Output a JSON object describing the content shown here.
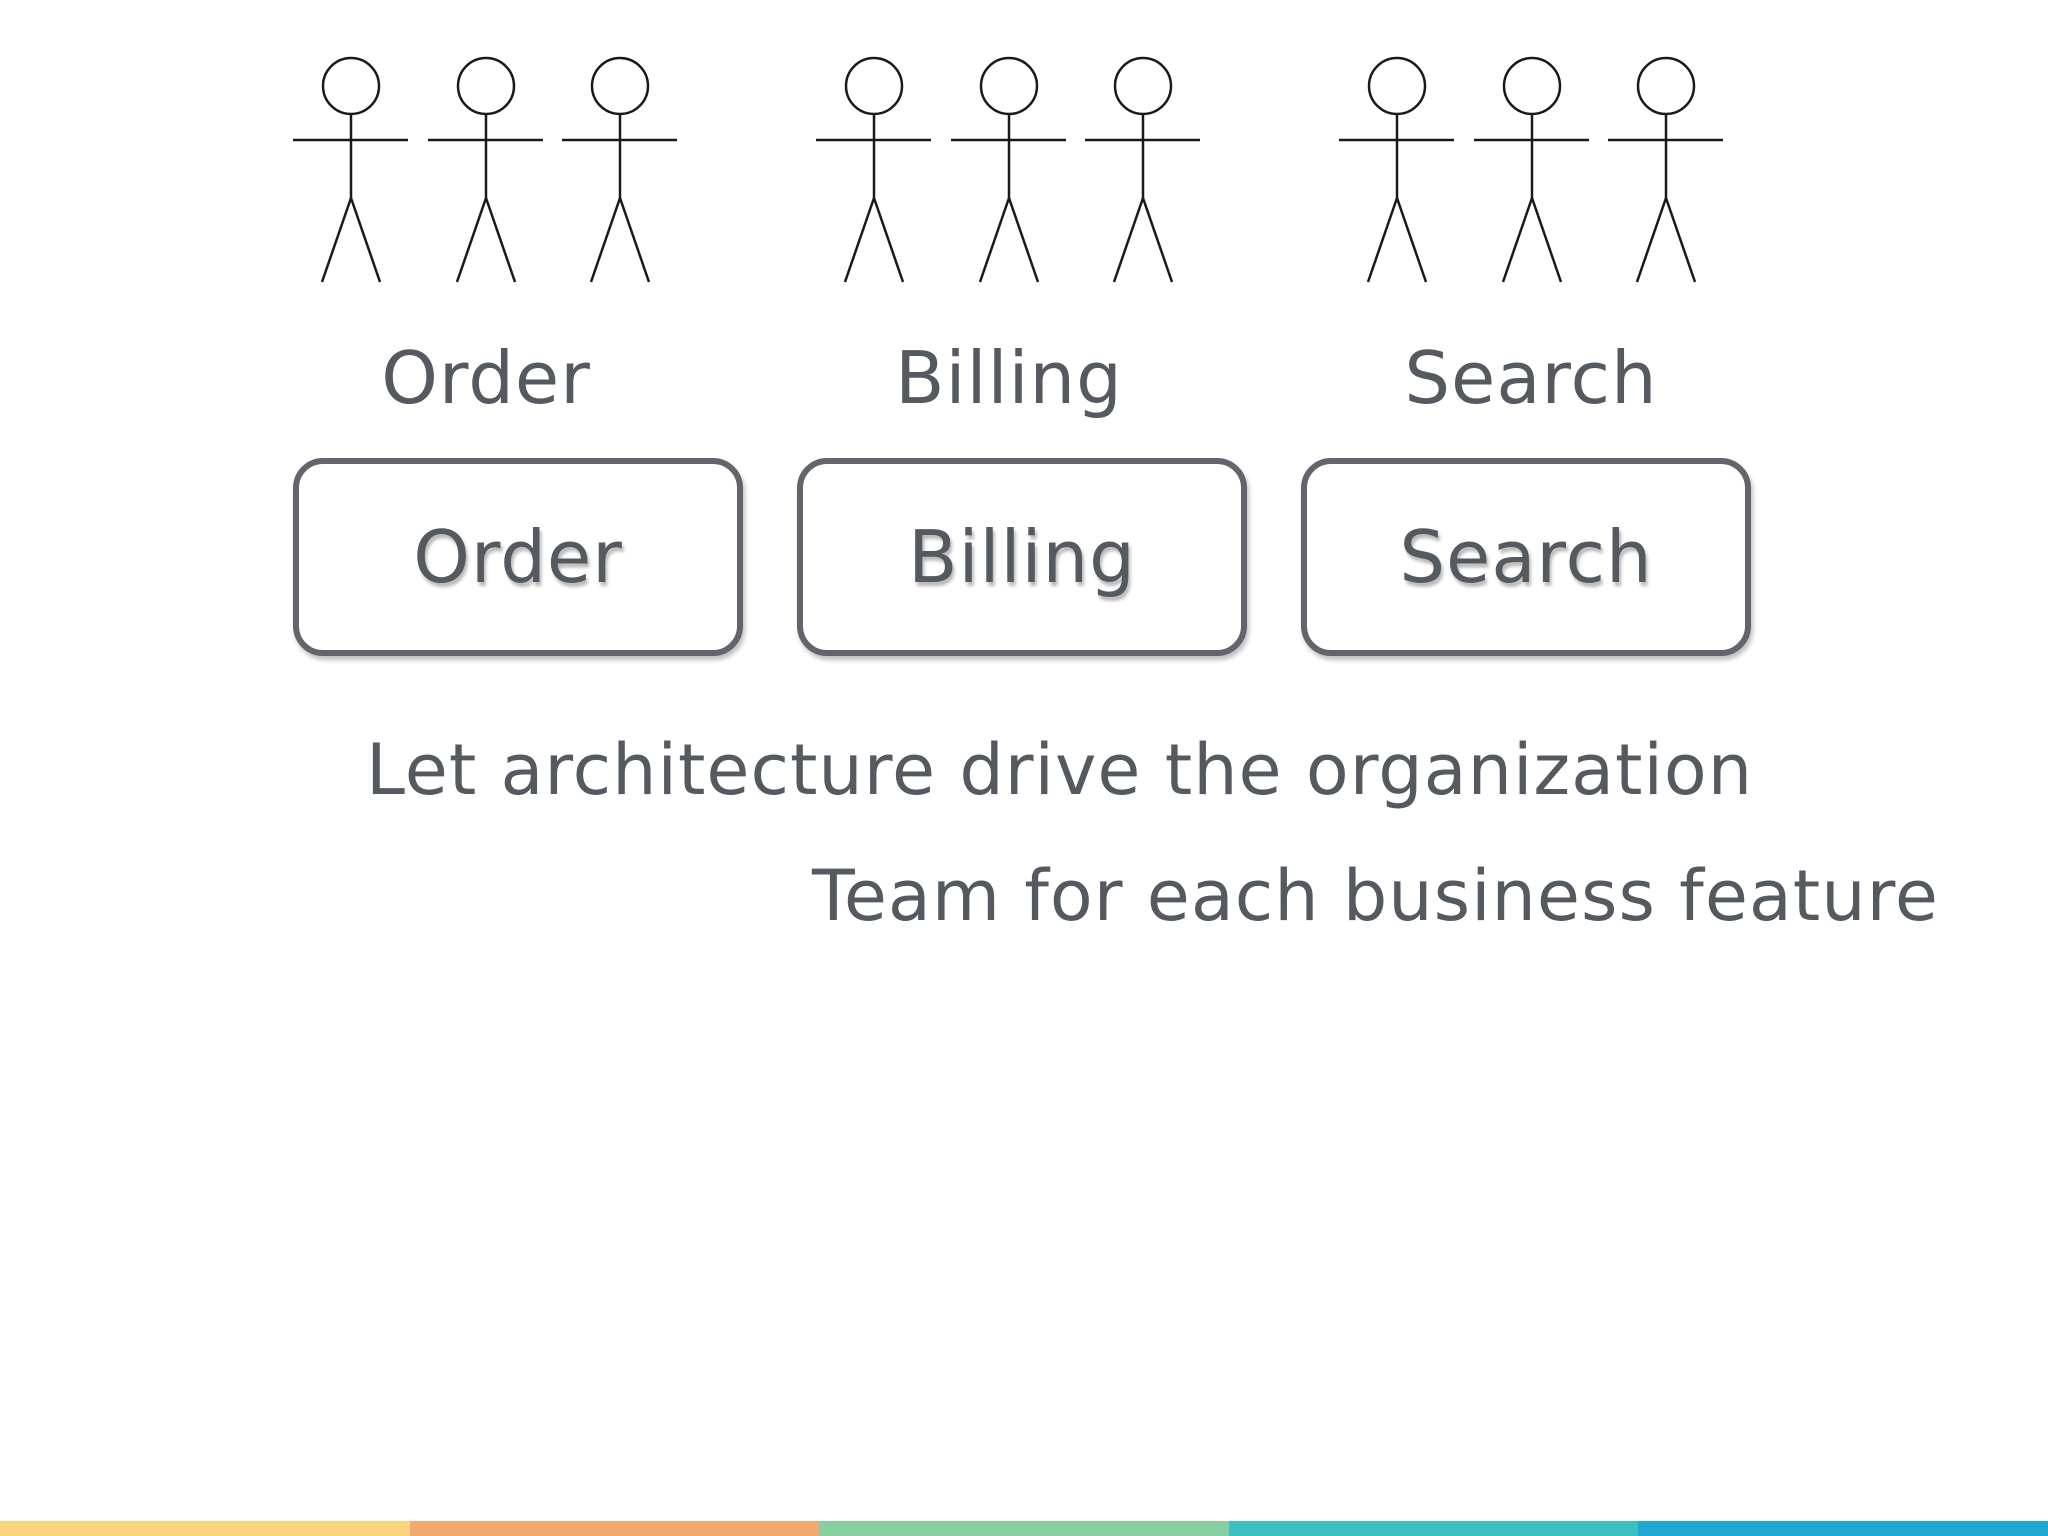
{
  "teams": [
    {
      "label": "Order",
      "members": 3
    },
    {
      "label": "Billing",
      "members": 3
    },
    {
      "label": "Search",
      "members": 3
    }
  ],
  "services": [
    {
      "label": "Order"
    },
    {
      "label": "Billing"
    },
    {
      "label": "Search"
    }
  ],
  "captions": {
    "line1": "Let architecture drive the organization",
    "line2": "Team for each business feature"
  },
  "colors": {
    "text": "#555a61",
    "box_border": "#62666c",
    "stick_figure": "#1a1a1a",
    "footer": [
      "#f8d57e",
      "#f2a86f",
      "#87cfa0",
      "#3cbfbf",
      "#1ea7cf"
    ]
  }
}
